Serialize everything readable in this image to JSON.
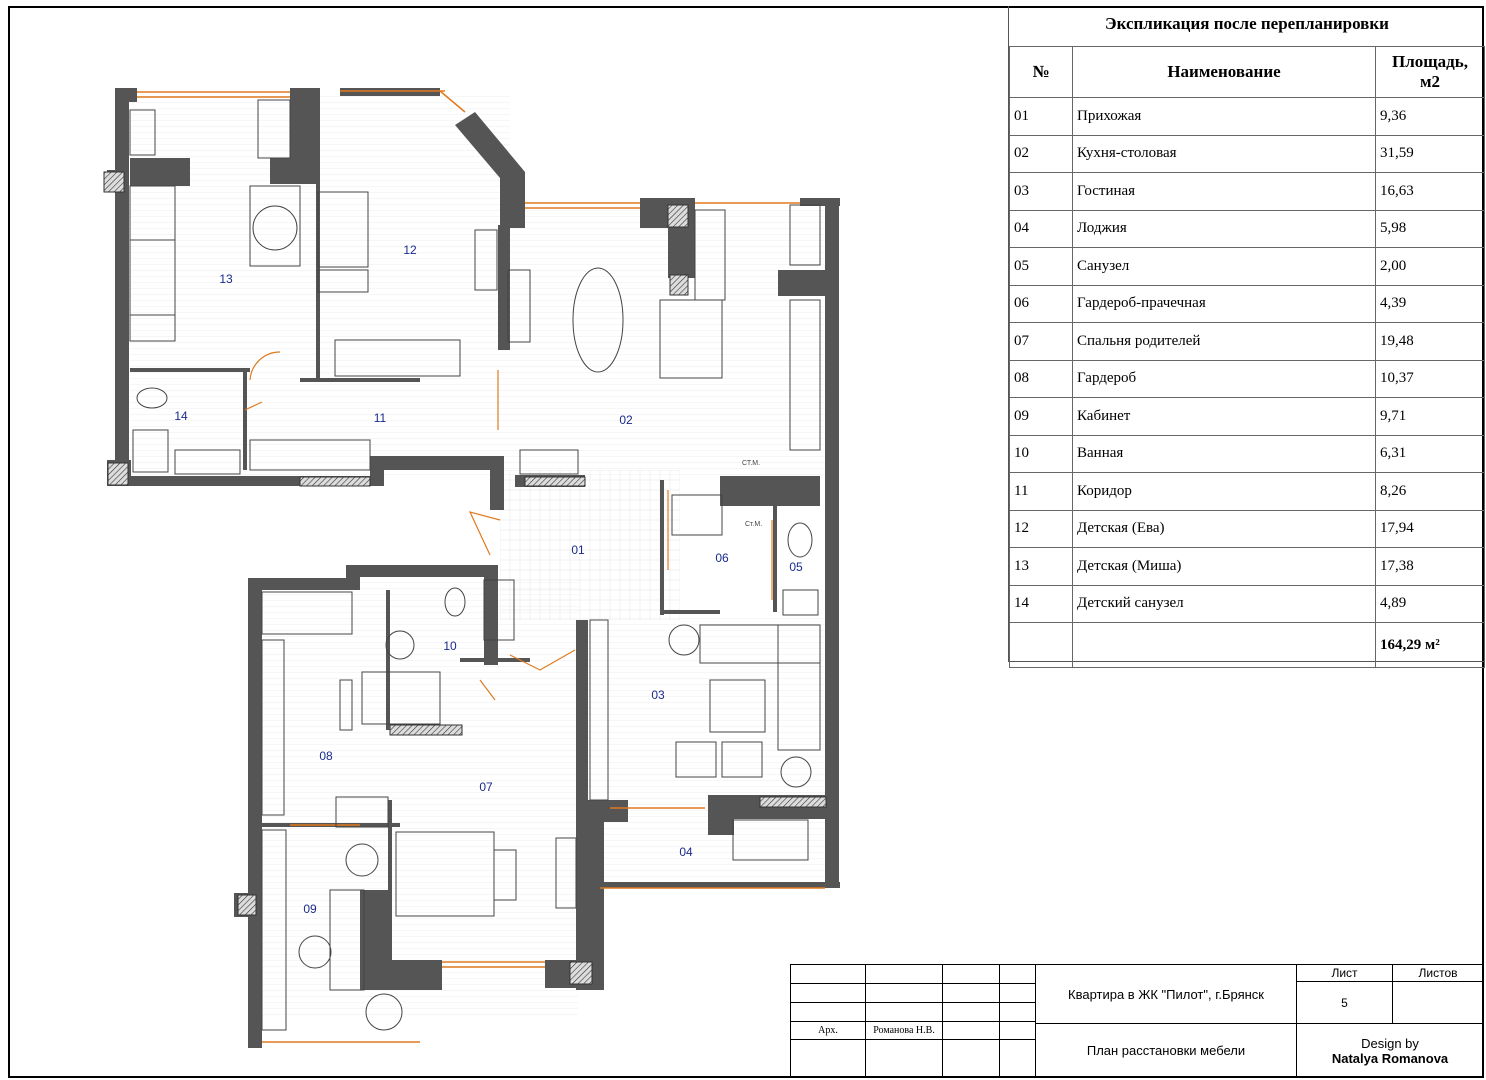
{
  "rooms_on_plan": [
    "01",
    "02",
    "03",
    "04",
    "05",
    "06",
    "07",
    "08",
    "09",
    "10",
    "11",
    "12",
    "13",
    "14"
  ],
  "fixture_labels": {
    "wash1": "СТ.М.",
    "wash2": "Ст.М."
  },
  "explication": {
    "title": "Экспликация после перепланировки",
    "headers": {
      "num": "№",
      "name": "Наименование",
      "area": "Площадь, м2"
    },
    "rows": [
      {
        "num": "01",
        "name": "Прихожая",
        "area": "9,36"
      },
      {
        "num": "02",
        "name": "Кухня-столовая",
        "area": "31,59"
      },
      {
        "num": "03",
        "name": "Гостиная",
        "area": "16,63"
      },
      {
        "num": "04",
        "name": "Лоджия",
        "area": "5,98"
      },
      {
        "num": "05",
        "name": "Санузел",
        "area": "2,00"
      },
      {
        "num": "06",
        "name": "Гардероб-прачечная",
        "area": "4,39"
      },
      {
        "num": "07",
        "name": "Спальня родителей",
        "area": "19,48"
      },
      {
        "num": "08",
        "name": "Гардероб",
        "area": "10,37"
      },
      {
        "num": "09",
        "name": "Кабинет",
        "area": "9,71"
      },
      {
        "num": "10",
        "name": "Ванная",
        "area": "6,31"
      },
      {
        "num": "11",
        "name": "Коридор",
        "area": "8,26"
      },
      {
        "num": "12",
        "name": "Детская (Ева)",
        "area": "17,94"
      },
      {
        "num": "13",
        "name": "Детская (Миша)",
        "area": "17,38"
      },
      {
        "num": "14",
        "name": "Детский санузел",
        "area": "4,89"
      }
    ],
    "total": "164,29 м²"
  },
  "title_block": {
    "sheet_label": "Лист",
    "sheets_label": "Листов",
    "sheet_number": "5",
    "sheets_total": "",
    "project": "Квартира в ЖК \"Пилот\", г.Брянск",
    "drawing": "План расстановки мебели",
    "role": "Арх.",
    "author": "Романова Н.В.",
    "design_line1": "Design by",
    "design_line2": "Natalya Romanova"
  },
  "colors": {
    "wall": "#555555",
    "door": "#e07a1f",
    "room_number": "#1a2a8c",
    "hatch": "#333333"
  }
}
